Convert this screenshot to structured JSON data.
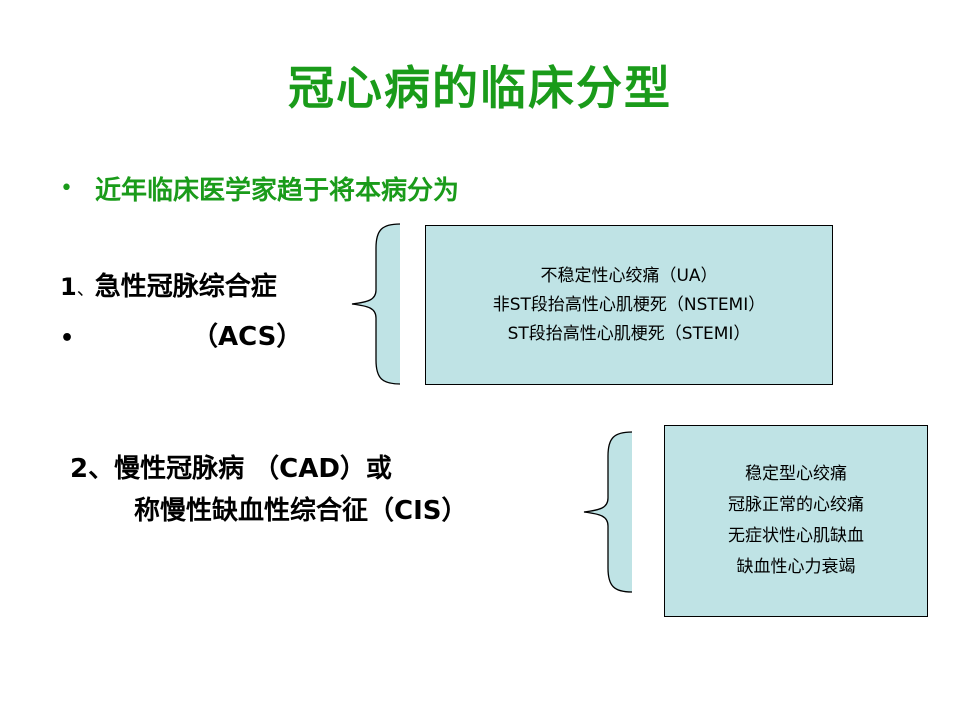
{
  "title": "冠心病的临床分型",
  "intro": {
    "bullet": "•",
    "text": "近年临床医学家趋于将本病分为"
  },
  "acs": {
    "number": "1",
    "separator": "、",
    "name": "急性冠脉综合症",
    "bullet": "•",
    "abbr": "（ACS）",
    "subtypes": [
      "不稳定性心绞痛（UA）",
      "非ST段抬高性心肌梗死（NSTEMI）",
      "ST段抬高性心肌梗死（STEMI）"
    ]
  },
  "cad": {
    "line1": "2、慢性冠脉病 （CAD）或",
    "line2": "称慢性缺血性综合征（CIS）",
    "subtypes": [
      "稳定型心绞痛",
      "冠脉正常的心绞痛",
      "无症状性心肌缺血",
      "缺血性心力衰竭"
    ]
  },
  "colors": {
    "title": "#1a9b1a",
    "intro": "#1a9b1a",
    "box_fill": "#bfe3e5",
    "brace_fill": "#bfe3e5",
    "text": "#000000"
  }
}
